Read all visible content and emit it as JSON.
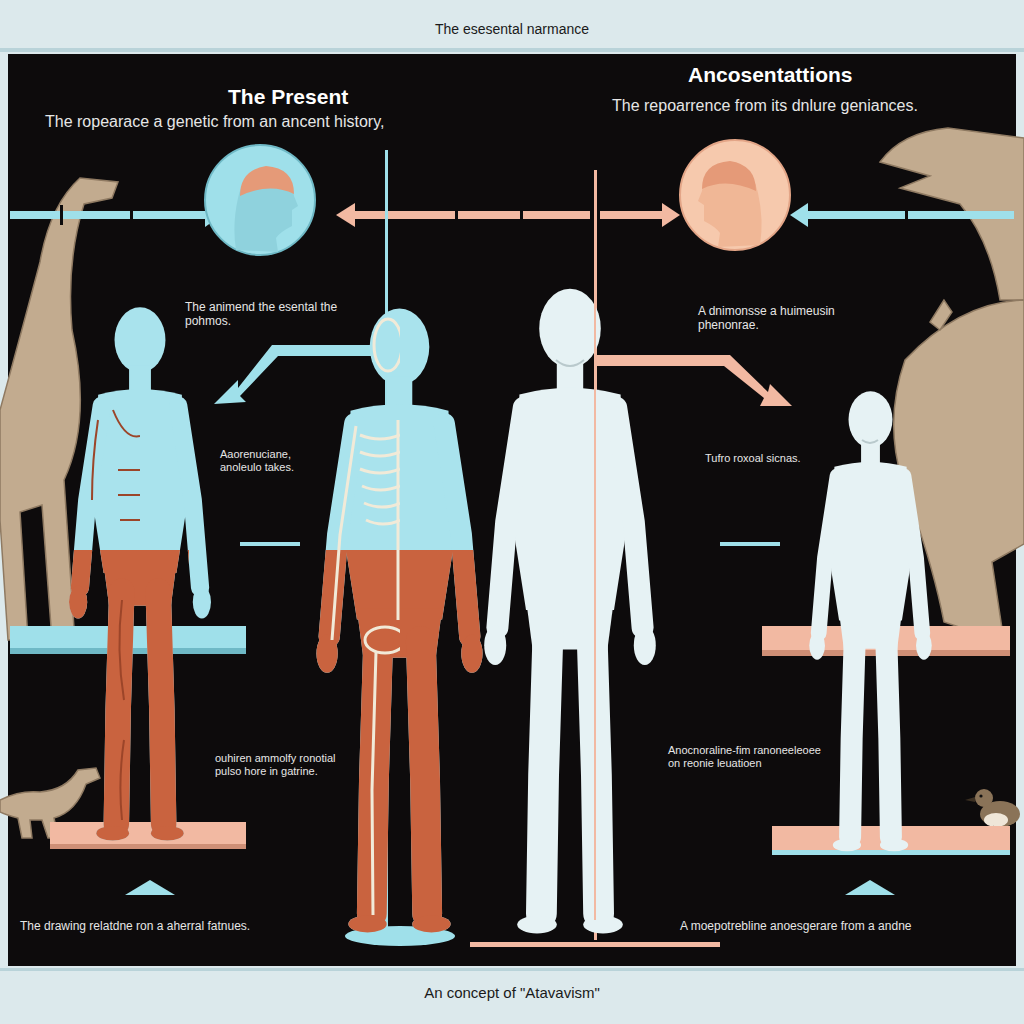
{
  "diagram": {
    "title": "The esesental narmance",
    "caption": "An concept of \"Atavavism\"",
    "labels": [
      "The Present",
      "The ropearace a genetic from an ancent history,",
      "Ancosentattions",
      "The repoarrence from its dnlure geniances.",
      "The animend the esental the pohmos.",
      "A dnimonsse a huimeusin phenonrae.",
      "Aaorenuciane, anoleulo takes.",
      "Tufro roxoal sicnas.",
      "ouhiren ammolfy ronotial pulso hore in gatrine.",
      "Anocnoraline-fim ranoneeleoee on reonie leuatioen",
      "The drawing relatdne ron a aherral fatnues.",
      "A moepotrebline anoesgerare from a andne"
    ]
  }
}
